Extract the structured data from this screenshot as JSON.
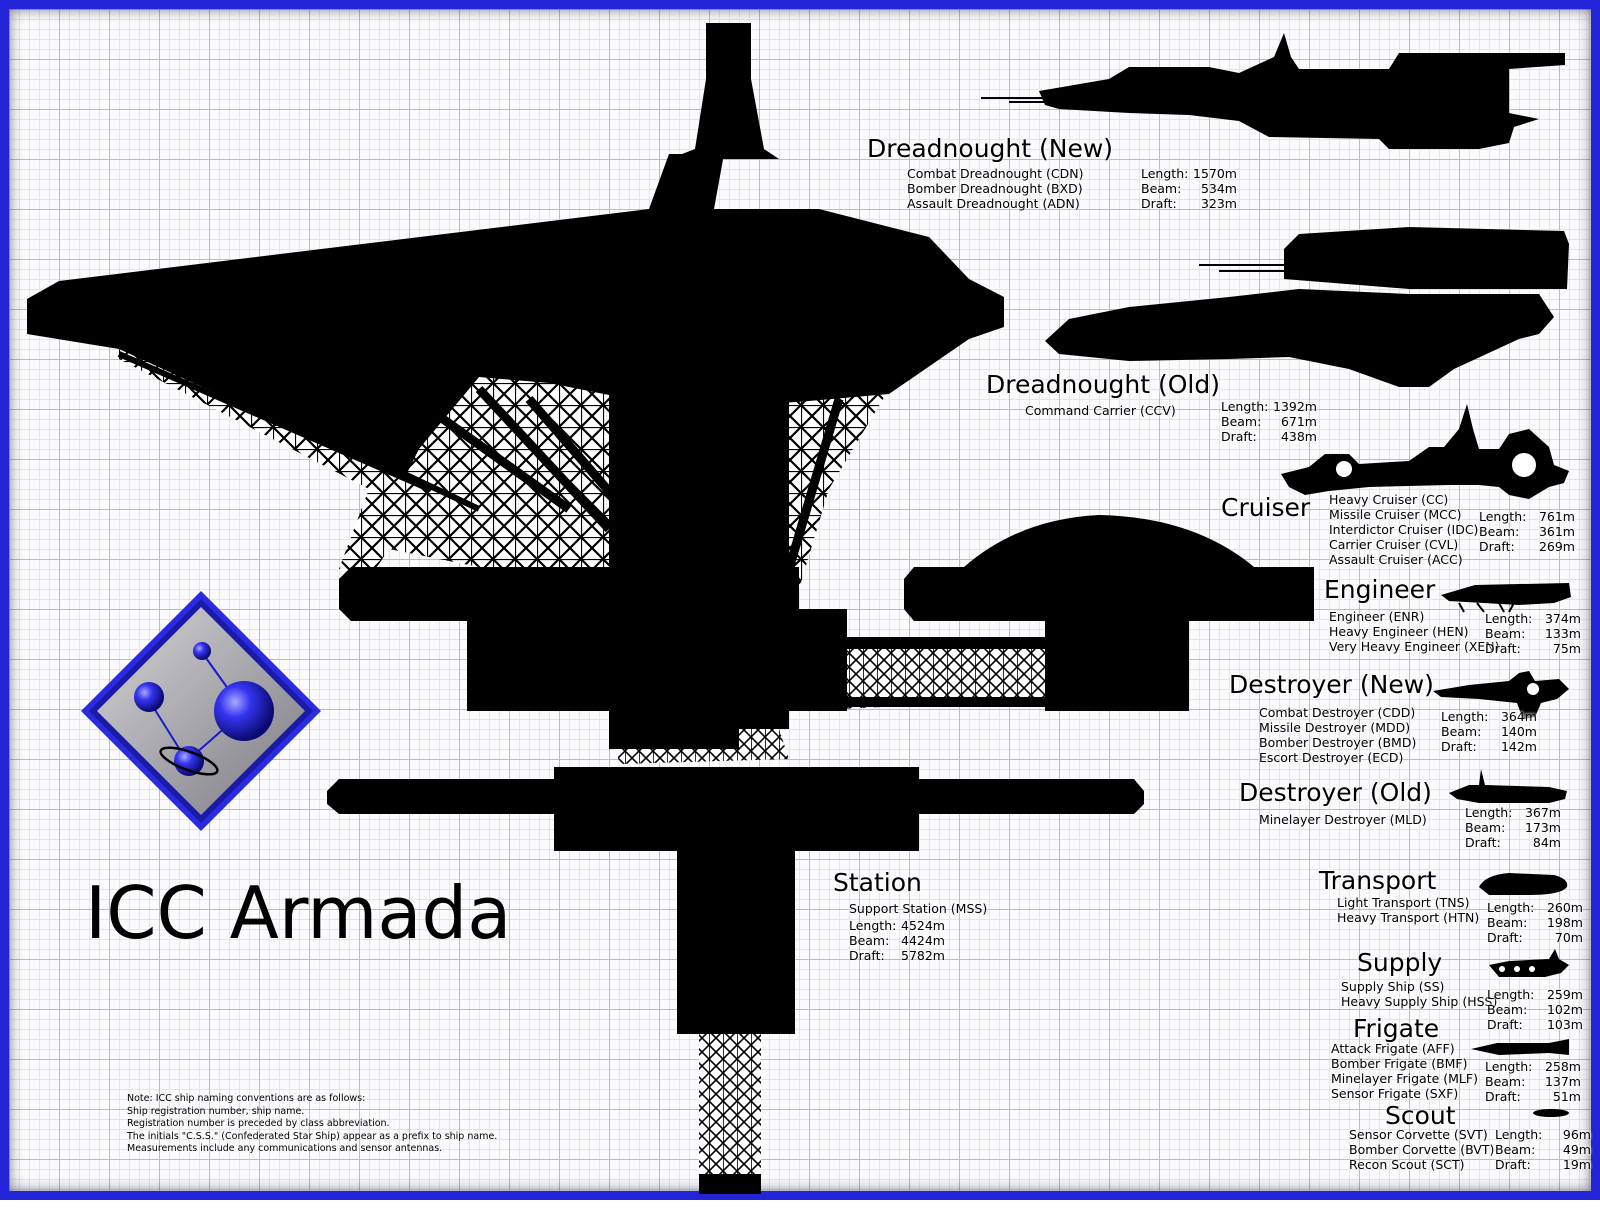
{
  "title": "ICC Armada",
  "colors": {
    "frame": "#2323d8",
    "silhouette": "#000000",
    "logo_sphere": "#2e2ee8",
    "logo_gray": "#9a9aa0"
  },
  "icons": [
    "armada-logo-icon"
  ],
  "classes": [
    {
      "id": "dreadnought-new",
      "name": "Dreadnought (New)",
      "subtypes": [
        "Combat Dreadnought (CDN)",
        "Bomber Dreadnought (BXD)",
        "Assault Dreadnought (ADN)"
      ],
      "length": "1570m",
      "beam": "534m",
      "draft": "323m"
    },
    {
      "id": "dreadnought-old",
      "name": "Dreadnought (Old)",
      "subtypes": [
        "Command Carrier (CCV)"
      ],
      "length": "1392m",
      "beam": "671m",
      "draft": "438m"
    },
    {
      "id": "cruiser",
      "name": "Cruiser",
      "subtypes": [
        "Heavy Cruiser (CC)",
        "Missile Cruiser (MCC)",
        "Interdictor Cruiser (IDC)",
        "Carrier Cruiser (CVL)",
        "Assault Cruiser (ACC)"
      ],
      "length": "761m",
      "beam": "361m",
      "draft": "269m"
    },
    {
      "id": "engineer",
      "name": "Engineer",
      "subtypes": [
        "Engineer (ENR)",
        "Heavy Engineer (HEN)",
        "Very Heavy Engineer (XEN)"
      ],
      "length": "374m",
      "beam": "133m",
      "draft": "75m"
    },
    {
      "id": "destroyer-new",
      "name": "Destroyer (New)",
      "subtypes": [
        "Combat Destroyer (CDD)",
        "Missile Destroyer (MDD)",
        "Bomber Destroyer (BMD)",
        "Escort Destroyer (ECD)"
      ],
      "length": "364m",
      "beam": "140m",
      "draft": "142m"
    },
    {
      "id": "destroyer-old",
      "name": "Destroyer (Old)",
      "subtypes": [
        "Minelayer Destroyer (MLD)"
      ],
      "length": "367m",
      "beam": "173m",
      "draft": "84m"
    },
    {
      "id": "station",
      "name": "Station",
      "subtypes": [
        "Support Station (MSS)"
      ],
      "length": "4524m",
      "beam": "4424m",
      "draft": "5782m"
    },
    {
      "id": "transport",
      "name": "Transport",
      "subtypes": [
        "Light Transport (TNS)",
        "Heavy Transport (HTN)"
      ],
      "length": "260m",
      "beam": "198m",
      "draft": "70m"
    },
    {
      "id": "supply",
      "name": "Supply",
      "subtypes": [
        "Supply Ship (SS)",
        "Heavy Supply Ship (HSS)"
      ],
      "length": "259m",
      "beam": "102m",
      "draft": "103m"
    },
    {
      "id": "frigate",
      "name": "Frigate",
      "subtypes": [
        "Attack Frigate (AFF)",
        "Bomber Frigate (BMF)",
        "Minelayer Frigate (MLF)",
        "Sensor Frigate (SXF)"
      ],
      "length": "258m",
      "beam": "137m",
      "draft": "51m"
    },
    {
      "id": "scout",
      "name": "Scout",
      "subtypes": [
        "Sensor Corvette (SVT)",
        "Bomber Corvette (BVT)",
        "Recon Scout (SCT)"
      ],
      "length": "96m",
      "beam": "49m",
      "draft": "19m"
    }
  ],
  "stat_labels": {
    "length": "Length:",
    "beam": "Beam:",
    "draft": "Draft:"
  },
  "note_lines": [
    "Note:  ICC ship naming conventions are as follows:",
    "Ship registration number, ship name.",
    "Registration number is preceded by class abbreviation.",
    "The initials \"C.S.S.\" (Confederated Star Ship) appear as a prefix to ship name.",
    "Measurements include any communications and sensor antennas."
  ]
}
